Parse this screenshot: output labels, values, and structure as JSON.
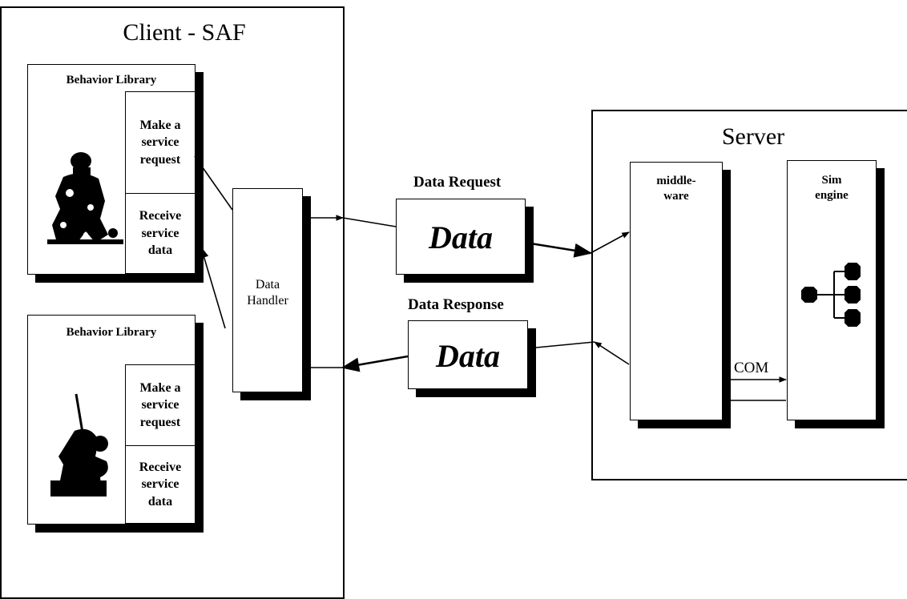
{
  "client": {
    "title": "Client - SAF",
    "libraries": [
      {
        "title": "Behavior Library",
        "request": "Make a\nservice\nrequest",
        "receive": "Receive\nservice\ndata",
        "figure": "kneeling-soldier-icon"
      },
      {
        "title": "Behavior Library",
        "request": "Make a\nservice\nrequest",
        "receive": "Receive\nservice\ndata",
        "figure": "rifleman-silhouette-icon"
      }
    ],
    "handler": "Data\nHandler"
  },
  "messages": {
    "request": {
      "label": "Data Request",
      "body": "Data"
    },
    "response": {
      "label": "Data Response",
      "body": "Data"
    }
  },
  "server": {
    "title": "Server",
    "middleware": "middle-\nware",
    "engine": "Sim\nengine",
    "link": "COM"
  }
}
